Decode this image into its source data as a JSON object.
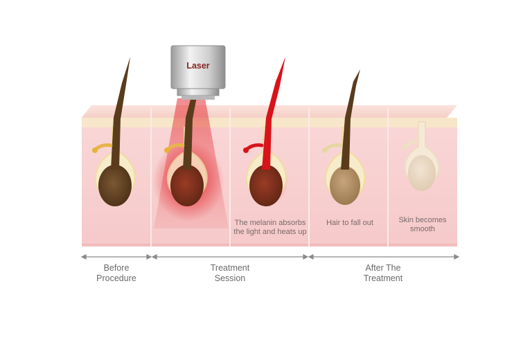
{
  "device": {
    "label": "Laser"
  },
  "captions": {
    "melanin": [
      "The melanin absorbs",
      "the light and heats up"
    ],
    "fall": [
      "Hair to fall out"
    ],
    "smooth": [
      "Skin becomes",
      "smooth"
    ]
  },
  "phases": {
    "before": [
      "Before",
      "Procedure"
    ],
    "treatment": [
      "Treatment",
      "Session"
    ],
    "after": [
      "After The",
      "Treatment"
    ]
  },
  "colors": {
    "skin_top": "#f7d7cf",
    "skin_body": "#f8d3d2",
    "epidermis": "#f6e6c6",
    "laser_red": "#e0141a",
    "hair_dark": "#5a3b1c",
    "hair_light": "#e9d9c2"
  }
}
